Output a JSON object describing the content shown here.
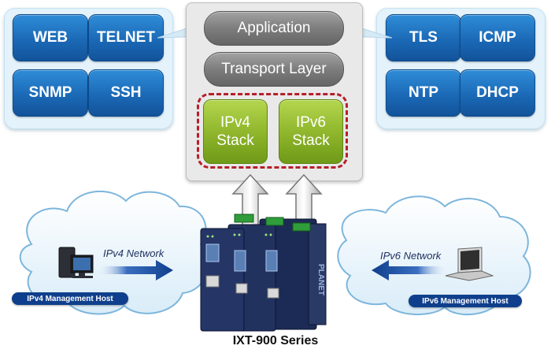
{
  "left_protocols": [
    "WEB",
    "TELNET",
    "SNMP",
    "SSH"
  ],
  "right_protocols": [
    "TLS",
    "ICMP",
    "NTP",
    "DHCP"
  ],
  "stack": {
    "application": "Application",
    "transport": "Transport Layer",
    "ipv4": [
      "IPv4",
      "Stack"
    ],
    "ipv6": [
      "IPv6",
      "Stack"
    ]
  },
  "left_network": {
    "label": "IPv4 Network",
    "host": "IPv4 Management Host"
  },
  "right_network": {
    "label": "IPv6 Network",
    "host": "IPv6 Management Host"
  },
  "device": {
    "brand": "PLANET"
  },
  "caption": "IXT-900 Series",
  "icons": [
    "up-arrow-icon",
    "right-arrow-icon",
    "left-arrow-icon",
    "desktop-pc-icon",
    "laptop-icon",
    "cloud-icon",
    "ethernet-switch-icon"
  ],
  "colors": {
    "protocol_blue": "#1b69b6",
    "panel": "#e3f2fb",
    "stack_green": "#8db42a",
    "dash_red": "#b61f2b",
    "badge_navy": "#0f3f8c"
  }
}
